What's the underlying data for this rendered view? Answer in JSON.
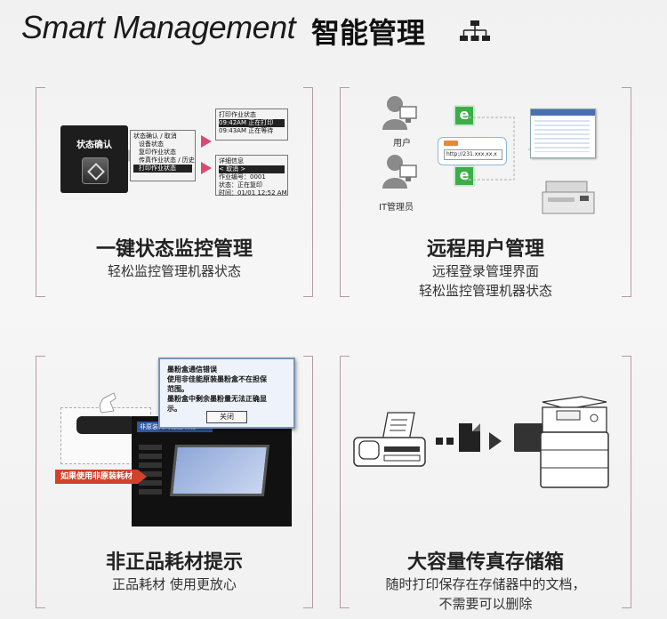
{
  "header": {
    "title_en": "Smart Management",
    "title_cn": "智能管理",
    "icon": "org-chart-icon"
  },
  "cards": [
    {
      "title": "一键状态监控管理",
      "desc": [
        "轻松监控管理机器状态"
      ],
      "graphic": {
        "button_label": "状态确认",
        "menu_lines": [
          "状态确认 / 取消",
          "设备状态",
          "复印作业状态",
          "传真作业状态 / 历史",
          "打印作业状态"
        ],
        "print_screen": {
          "title": "打印作业状态",
          "lines": [
            "09:42AM 正在打印",
            "09:43AM 正在等待"
          ]
        },
        "detail_screen": {
          "title": "详细信息",
          "lines": [
            "< 取消 >",
            "作业编号：0001",
            "状态：正在复印",
            "时间：01/01 12:52 AM"
          ]
        }
      }
    },
    {
      "title": "远程用户管理",
      "desc": [
        "远程登录管理界面",
        "轻松监控管理机器状态"
      ],
      "graphic": {
        "user_label": "用户",
        "admin_label": "IT管理员",
        "browser_badge": "e",
        "url": "http://231.xxx.xx.x"
      }
    },
    {
      "title": "非正品耗材提示",
      "desc": [
        "正品耗材  使用更放心"
      ],
      "graphic": {
        "dialog_lines": [
          "墨粉盒通信错误",
          "使用非佳能原装墨粉盒不在担保",
          "范围。",
          "墨粉盒中剩余墨粉量无法正确显",
          "示。"
        ],
        "dialog_button": "关闭",
        "panel_header": "非原装耗材提醒功能",
        "callout": "如果使用非原装耗材"
      }
    },
    {
      "title": "大容量传真存储箱",
      "desc": [
        "随时打印保存在存储器中的文档，",
        "不需要可以删除"
      ],
      "graphic": {}
    }
  ],
  "colors": {
    "accent_pink": "#d84b74",
    "bracket": "#b59aa4",
    "browser_green": "#3bae47",
    "callout_red": "#d2412a"
  }
}
